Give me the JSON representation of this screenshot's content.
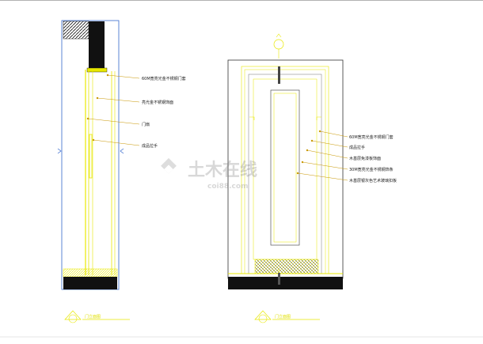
{
  "drawing_left": {
    "callouts": [
      "60M宽亮光金不锈钢门套",
      "亮光金不锈钢饰面",
      "门扇",
      "成品拉手"
    ],
    "title": "门立面图",
    "scale": ""
  },
  "drawing_right": {
    "callouts": [
      "60M宽亮光金不锈钢门套",
      "成品拉手",
      "木基层免漆板饰面",
      "30M宽亮光金不锈钢饰条",
      "木基层银灰色艺术玻璃扣板"
    ],
    "title": "门立面图",
    "scale": ""
  },
  "watermark": {
    "brand": "土木在线",
    "domain": "coi88.com"
  },
  "colors": {
    "line_yellow": "#e8e800",
    "line_black": "#111111",
    "line_blue": "#3366cc",
    "line_grey": "#555555",
    "leader_orange": "#c89600",
    "background": "#ffffff"
  }
}
